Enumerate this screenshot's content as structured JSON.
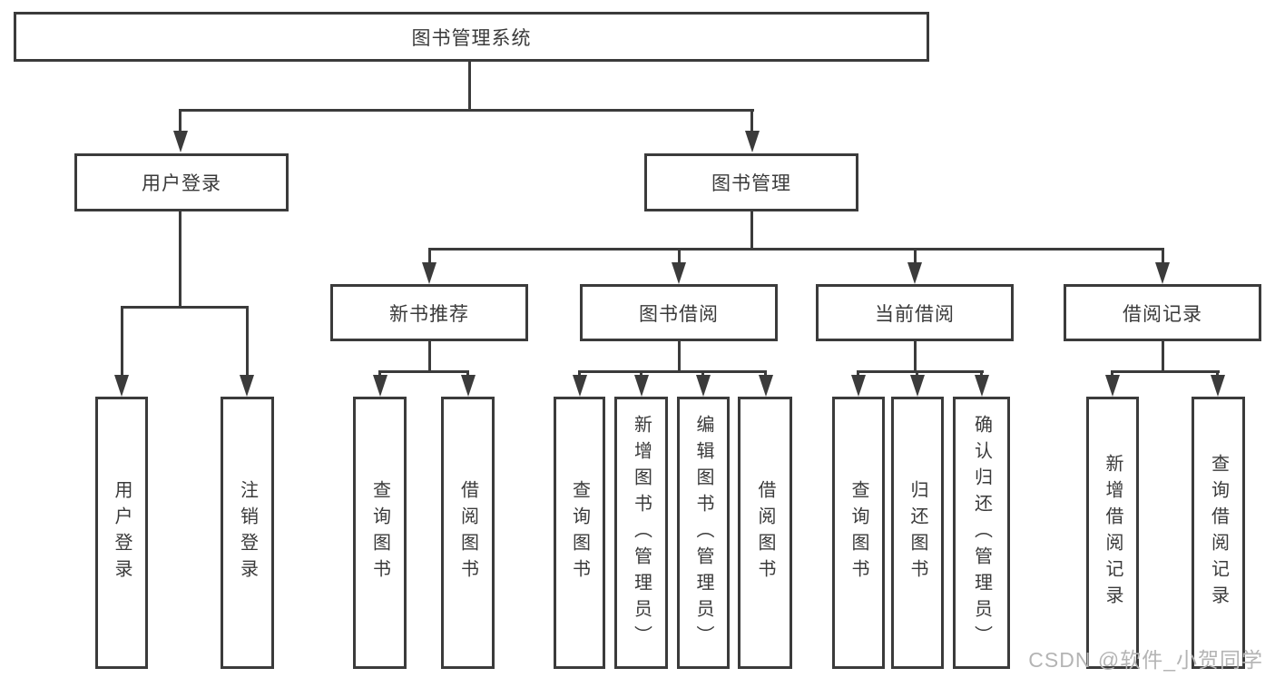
{
  "tree": {
    "root": {
      "label": "图书管理系统"
    },
    "branches": [
      {
        "label": "用户登录",
        "leaves": [
          {
            "label": "用户登录"
          },
          {
            "label": "注销登录"
          }
        ]
      },
      {
        "label": "图书管理",
        "groups": [
          {
            "label": "新书推荐",
            "leaves": [
              {
                "label": "查询图书"
              },
              {
                "label": "借阅图书"
              }
            ]
          },
          {
            "label": "图书借阅",
            "leaves": [
              {
                "label": "查询图书"
              },
              {
                "label": "新增图书（管理员）"
              },
              {
                "label": "编辑图书（管理员）"
              },
              {
                "label": "借阅图书"
              }
            ]
          },
          {
            "label": "当前借阅",
            "leaves": [
              {
                "label": "查询图书"
              },
              {
                "label": "归还图书"
              },
              {
                "label": "确认归还（管理员）"
              }
            ]
          },
          {
            "label": "借阅记录",
            "leaves": [
              {
                "label": "新增借阅记录"
              },
              {
                "label": "查询借阅记录"
              }
            ]
          }
        ]
      }
    ]
  },
  "watermark": {
    "text": "CSDN @软件_小贺同学"
  },
  "colors": {
    "line": "#3b3b3b",
    "text": "#3a3a3a",
    "box_fill": "#ffffff",
    "background": "#ffffff",
    "watermark": "#b4b4b4"
  }
}
